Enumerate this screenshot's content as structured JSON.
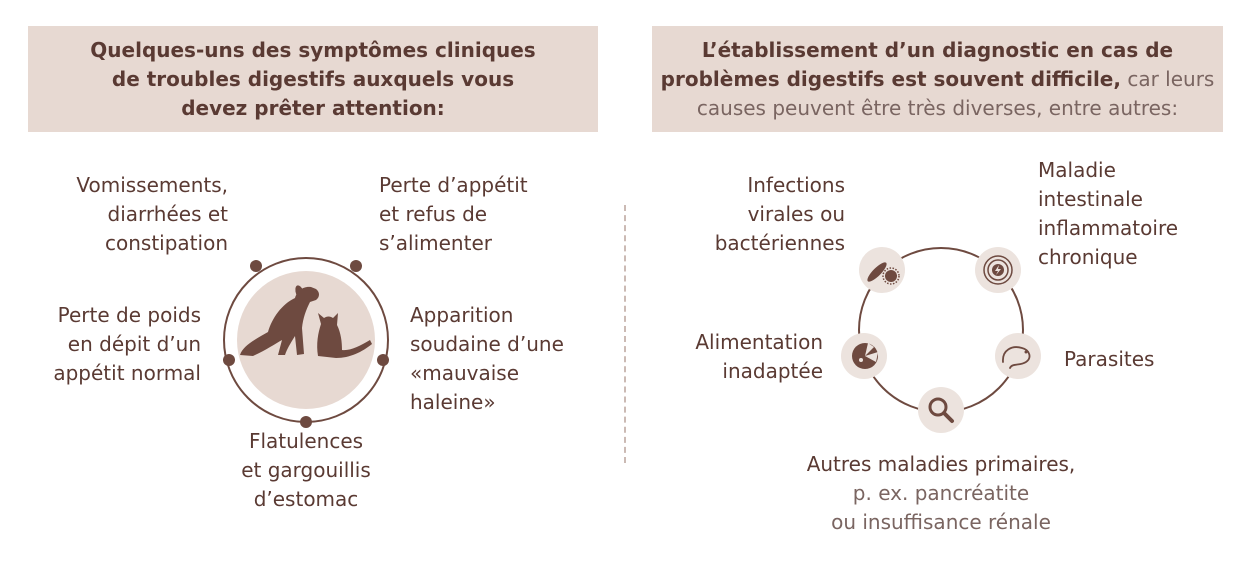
{
  "left": {
    "header": [
      "Quelques-uns des symptômes cliniques",
      "de troubles digestifs auxquels vous",
      "devez prêter attention:"
    ],
    "symptoms": {
      "vomiting": "Vomissements,\ndiarrhées et\nconstipation",
      "appetite": "Perte d’appétit\net refus de\ns’alimenter",
      "weight": "Perte de poids\nen dépit d’un\nappétit normal",
      "breath": "Apparition\nsoudaine d’une\n«mauvaise\nhaleine»",
      "flatulence": "Flatulences\net gargouillis\nd’estomac"
    },
    "center_icon": "dog-and-cat-icon"
  },
  "right": {
    "header_bold_1": "L’établissement d’un diagnostic en cas de",
    "header_bold_2": "problèmes digestifs est souvent difficile,",
    "header_normal_2": " car leurs",
    "header_normal_3": "causes peuvent être très diverses, entre autres:",
    "causes": {
      "infections": "Infections\nvirales ou\nbactériennes",
      "ibd": "Maladie\nintestinale\ninflammatoire\nchronique",
      "diet": "Alimentation\ninadaptée",
      "parasites": "Parasites",
      "other_title": "Autres maladies primaires,",
      "other_sub": "p. ex. pancréatite\nou insuffisance rénale"
    },
    "icons": [
      "bacteria-icon",
      "inflamed-intestine-icon",
      "parasite-icon",
      "magnifier-icon",
      "food-icon"
    ]
  },
  "colors": {
    "banner": "#e7d9d2",
    "text": "#5a3a33",
    "muted": "#7a6561",
    "accent": "#6e4a40",
    "icon_bg": "#ece3de"
  }
}
